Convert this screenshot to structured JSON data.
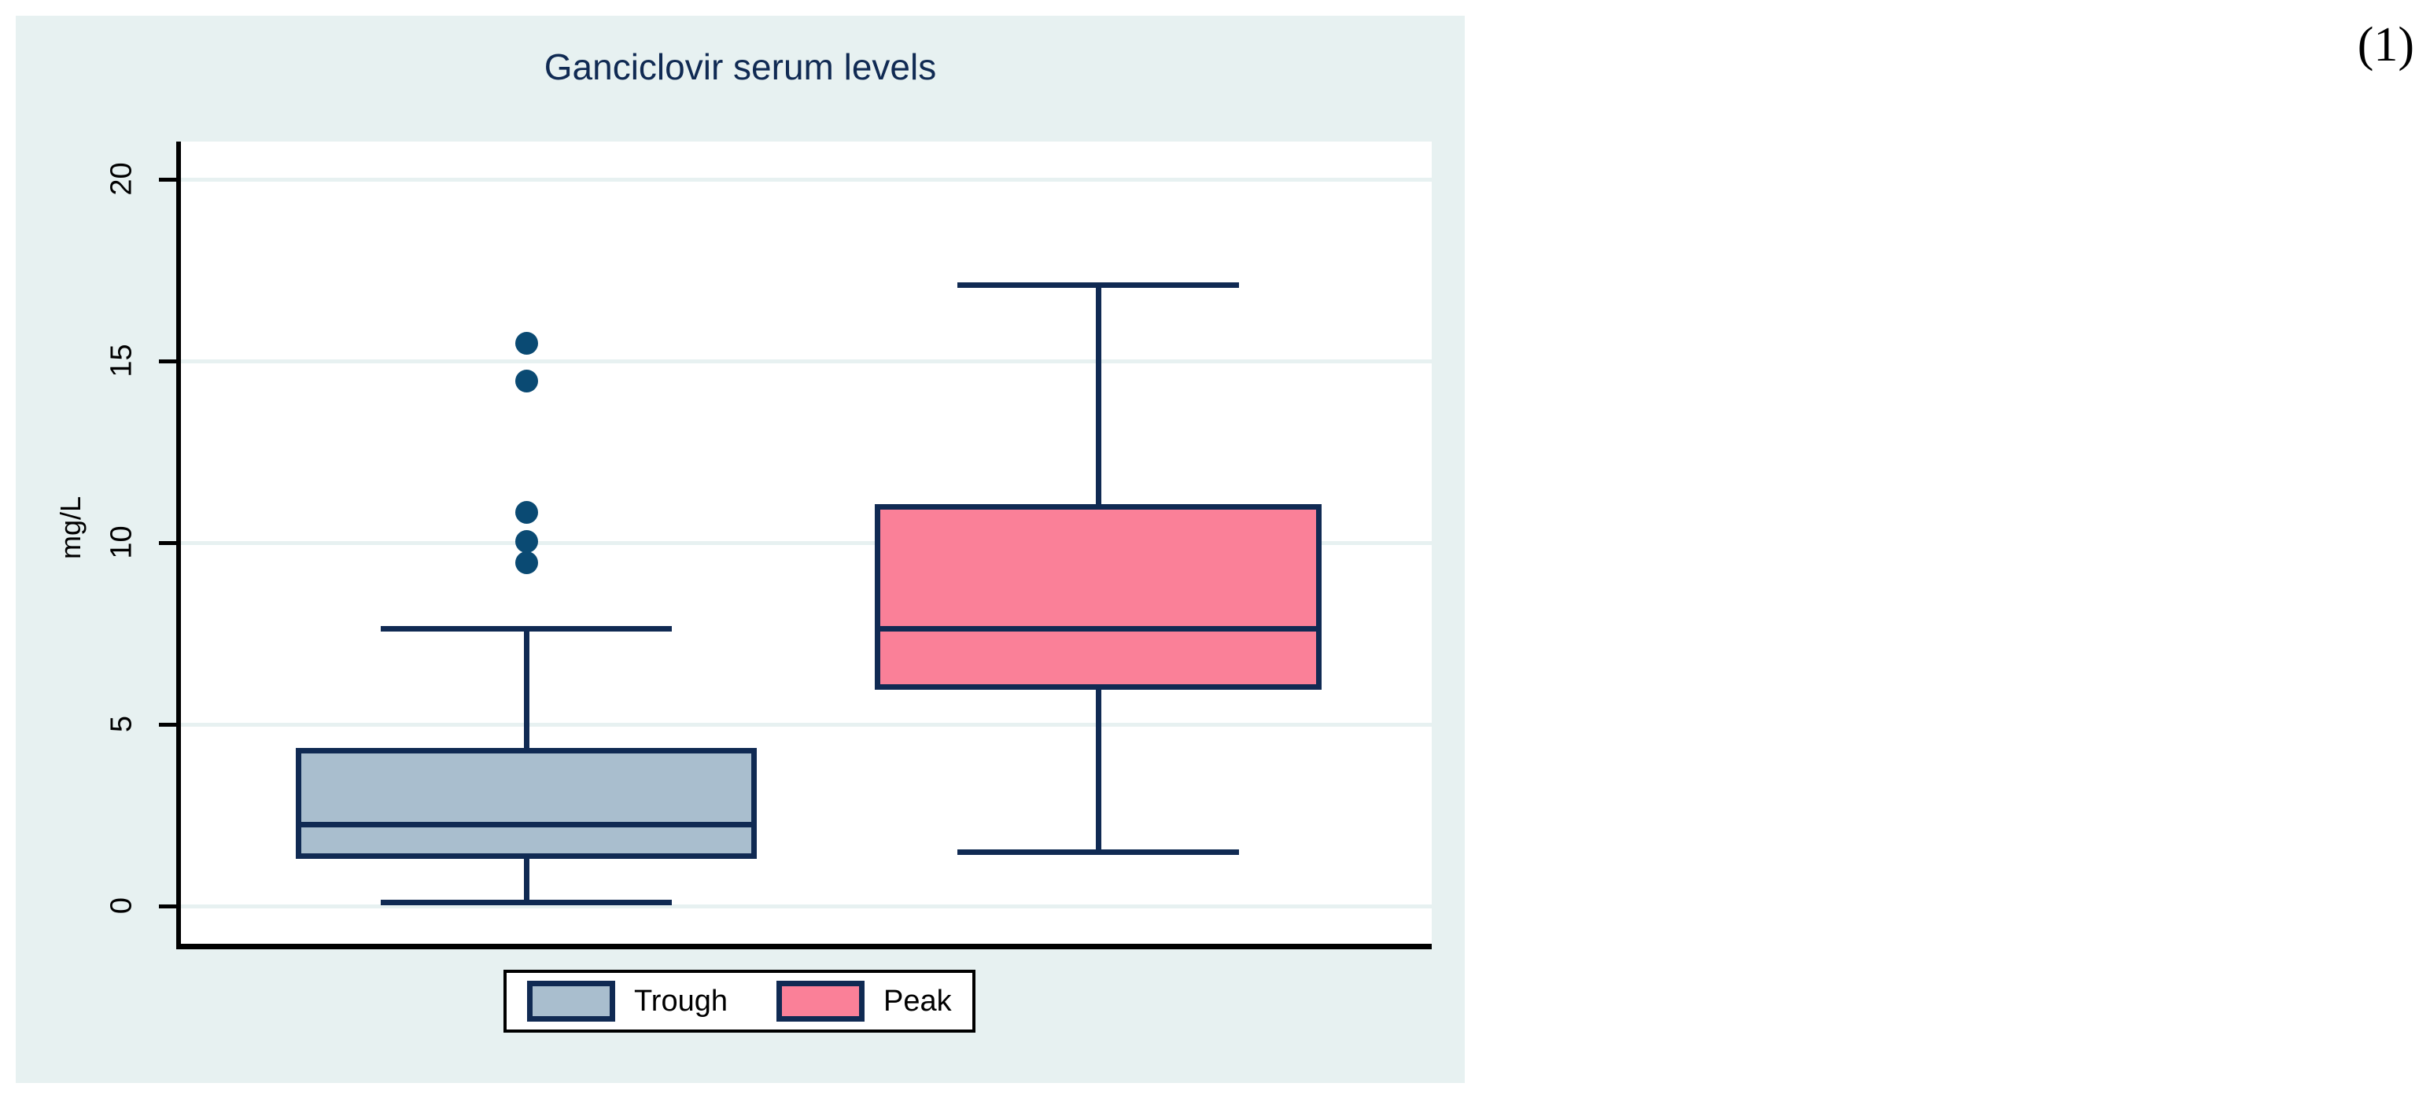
{
  "figure": {
    "equation_number": "(1)",
    "panel_background": "#e7f1f1",
    "plot_background": "#ffffff"
  },
  "chart_data": {
    "type": "box",
    "title": "Ganciclovir serum levels",
    "xlabel": "",
    "ylabel": "mg/L",
    "ylim": [
      0,
      21
    ],
    "yticks": [
      0,
      5,
      10,
      15,
      20
    ],
    "ytick_labels": [
      "0",
      "5",
      "10",
      "15",
      "20"
    ],
    "grid": true,
    "grid_color": "#e7f1f1",
    "legend_position": "bottom",
    "categories": [
      "Trough",
      "Peak"
    ],
    "series": [
      {
        "name": "Trough",
        "fill_color": "#a9bece",
        "line_color": "#102a53",
        "whisker_low": 0.1,
        "q1": 1.3,
        "median": 2.25,
        "q3": 4.35,
        "whisker_high": 7.65,
        "outliers": [
          9.45,
          10.05,
          10.85,
          14.45,
          15.5
        ]
      },
      {
        "name": "Peak",
        "fill_color": "#fa8098",
        "line_color": "#102a53",
        "whisker_low": 1.5,
        "q1": 5.95,
        "median": 7.65,
        "q3": 11.05,
        "whisker_high": 17.1,
        "outliers": []
      }
    ]
  },
  "legend": {
    "entries": [
      {
        "label": "Trough",
        "color": "#a9bece"
      },
      {
        "label": "Peak",
        "color": "#fa8098"
      }
    ]
  }
}
